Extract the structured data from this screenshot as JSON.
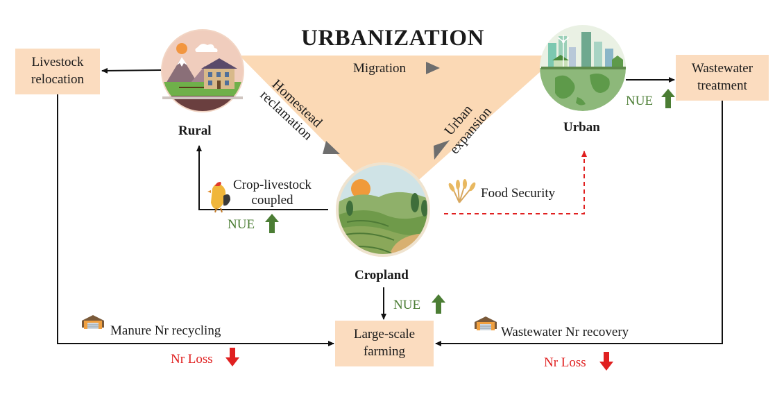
{
  "title": "URBANIZATION",
  "nodes": {
    "rural": "Rural",
    "urban": "Urban",
    "cropland": "Cropland"
  },
  "boxes": {
    "livestock": [
      "Livestock",
      "relocation"
    ],
    "wastewater": [
      "Wastewater",
      "treatment"
    ],
    "farming": [
      "Large-scale",
      "farming"
    ]
  },
  "triangle_labels": {
    "migration": "Migration",
    "homestead": [
      "Homestead",
      "reclamation"
    ],
    "urban_expansion": [
      "Urban",
      "expansion"
    ]
  },
  "flow_labels": {
    "crop_livestock": [
      "Crop-livestock",
      "coupled"
    ],
    "food_security": "Food Security",
    "manure": "Manure Nr recycling",
    "wastewater_recovery": "Wastewater Nr recovery",
    "nue": "NUE",
    "nr_loss": "Nr Loss"
  },
  "colors": {
    "triangle": "#fbd9b5",
    "box": "#fbdcbf",
    "nue_green": "#4b7d34",
    "loss_red": "#e02020",
    "dashed_red": "#e02020",
    "arrow_gray": "#6e6e6e"
  }
}
